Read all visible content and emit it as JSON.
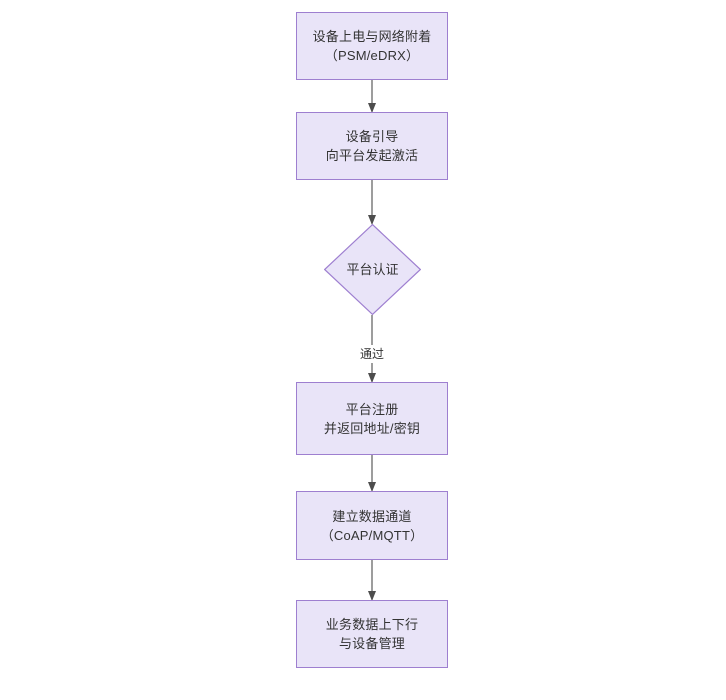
{
  "diagram": {
    "type": "flowchart",
    "direction": "top-to-bottom",
    "background_color": "#ffffff",
    "node_fill_color": "#E9E4F8",
    "node_border_color": "#9E7FD0",
    "text_color": "#333333",
    "edge_color": "#4D4D4D",
    "nodes": [
      {
        "id": "n1",
        "shape": "rectangle",
        "label": "设备上电与网络附着\n（PSM/eDRX）"
      },
      {
        "id": "n2",
        "shape": "rectangle",
        "label": "设备引导\n向平台发起激活"
      },
      {
        "id": "n3",
        "shape": "diamond",
        "label": "平台认证"
      },
      {
        "id": "n4",
        "shape": "rectangle",
        "label": "平台注册\n并返回地址/密钥"
      },
      {
        "id": "n5",
        "shape": "rectangle",
        "label": "建立数据通道\n（CoAP/MQTT）"
      },
      {
        "id": "n6",
        "shape": "rectangle",
        "label": "业务数据上下行\n与设备管理"
      }
    ],
    "edges": [
      {
        "from": "n1",
        "to": "n2",
        "label": ""
      },
      {
        "from": "n2",
        "to": "n3",
        "label": ""
      },
      {
        "from": "n3",
        "to": "n4",
        "label": "通过"
      },
      {
        "from": "n4",
        "to": "n5",
        "label": ""
      },
      {
        "from": "n5",
        "to": "n6",
        "label": ""
      }
    ]
  }
}
